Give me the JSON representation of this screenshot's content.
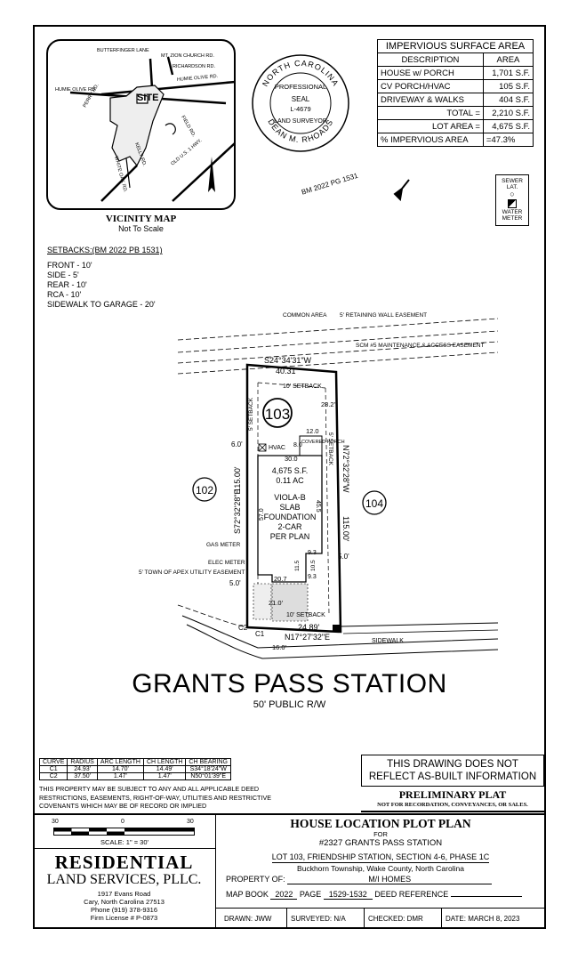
{
  "vicinity_map": {
    "title": "VICINITY MAP",
    "subtitle": "Not To Scale",
    "site_label": "SITE",
    "roads": [
      "BUTTERFINGER LANE",
      "MT. ZION CHURCH RD.",
      "RICHARDSON RD.",
      "HUMIE OLIVE RD.",
      "HUMIE OLIVE RD.",
      "OLD U.S. 1 HWY.",
      "FIELD RD.",
      "KELLY RD.",
      "WHITE OAK RD.",
      "PERRY RD."
    ]
  },
  "seal": {
    "top_text": "NORTH CAROLINA",
    "line1": "PROFESSIONAL",
    "line2": "SEAL",
    "line3": "L-4679",
    "line4": "LAND SURVEYOR",
    "bottom_text": "DEAN M. RHOADS"
  },
  "impervious": {
    "title": "IMPERVIOUS SURFACE AREA",
    "col_desc": "DESCRIPTION",
    "col_area": "AREA",
    "rows": [
      {
        "desc": "HOUSE w/ PORCH",
        "area": "1,701 S.F."
      },
      {
        "desc": "CV PORCH/HVAC",
        "area": "105 S.F."
      },
      {
        "desc": "DRIVEWAY & WALKS",
        "area": "404 S.F."
      }
    ],
    "total_label": "TOTAL =",
    "total_value": "2,210 S.F.",
    "lot_label": "LOT AREA =",
    "lot_value": "4,675 S.F.",
    "pct_label": "% IMPERVIOUS AREA",
    "pct_value": "=47.3%"
  },
  "bm_label": "BM 2022 PG 1531",
  "utility_legend": {
    "sewer": "SEWER LAT.",
    "water": "WATER METER"
  },
  "setbacks": {
    "heading": "SETBACKS:(BM 2022 PB 1531)",
    "items": [
      "FRONT - 10'",
      "SIDE - 5'",
      "REAR - 10'",
      "RCA - 10'",
      "SIDEWALK TO GARAGE - 20'"
    ]
  },
  "plot": {
    "common_area": "COMMON AREA",
    "retaining_wall": "5' RETAINING WALL EASEMENT",
    "scm": "SCM #5 MAINTENANCE & ACCESS EASEMENT",
    "rear_bearing": "S24°34'31\"W",
    "rear_distance": "40.31'",
    "rear_setback": "10' SETBACK",
    "lot_number": "103",
    "left_lot": "102",
    "right_lot": "104",
    "dim_28": "28.2'",
    "dim_12": "12.0",
    "dim_8": "8.0",
    "dim_30": "30.0",
    "dim_6": "6.0'",
    "left_bearing": "S72°32'28\"E",
    "left_distance": "115.00'",
    "right_bearing": "N72°32'28\"W",
    "right_distance": "115.00'",
    "side_setback_left": "5' SETBACK",
    "side_setback_right": "5' SETBACK",
    "hvac": "HVAC",
    "covered_porch": "COVERED PORCH",
    "area_sf": "4,675 S.F.",
    "area_ac": "0.11 AC",
    "house_model": "VIOLA-B",
    "house_line2": "SLAB",
    "house_line3": "FOUNDATION",
    "house_line4": "2-CAR",
    "house_line5": "PER PLAN",
    "dim_57": "57.0",
    "dim_455": "45.5",
    "gas_meter": "GAS METER",
    "elec_meter": "ELEC METER",
    "town_easement": "5' TOWN OF APEX UTILITY EASEMENT",
    "dim_93a": "9.3",
    "dim_5r": "5.0'",
    "dim_115": "11.5",
    "dim_105": "10.5",
    "dim_93b": "9.3",
    "dim_207": "20.7",
    "dim_5l": "5.0'",
    "dim_21": "21.0'",
    "front_setback": "10' SETBACK",
    "front_distance": "24.89'",
    "c2": "C2",
    "c1": "C1",
    "front_bearing": "N17°27'32\"E",
    "dim_16": "16.0'",
    "sidewalk": "SIDEWALK"
  },
  "street": {
    "name": "GRANTS PASS STATION",
    "row": "50' PUBLIC R/W"
  },
  "curve_table": {
    "headers": [
      "CURVE",
      "RADIUS",
      "ARC LENGTH",
      "CH LENGTH",
      "CH BEARING"
    ],
    "rows": [
      [
        "C1",
        "24.93'",
        "14.70'",
        "14.49'",
        "S34°18'24\"W"
      ],
      [
        "C2",
        "37.50'",
        "1.47'",
        "1.47'",
        "N50°01'39\"E"
      ]
    ]
  },
  "note": "THIS PROPERTY MAY BE SUBJECT TO ANY AND ALL APPLICABLE DEED RESTRICTIONS, EASEMENTS, RIGHT-OF-WAY, UTILITIES AND RESTRICTIVE COVENANTS WHICH MAY BE OF RECORD OR IMPLIED",
  "disclaimer": {
    "line1": "THIS DRAWING DOES NOT",
    "line2": "REFLECT AS-BUILT INFORMATION"
  },
  "preliminary": {
    "title": "PRELIMINARY PLAT",
    "sub": "NOT FOR RECORDATION, CONVEYANCES, OR SALES."
  },
  "scale": {
    "t30a": "30",
    "t0": "0",
    "t30b": "30",
    "label": "SCALE: 1\" = 30'"
  },
  "company": {
    "name1": "RESIDENTIAL",
    "name2": "LAND SERVICES, PLLC.",
    "addr1": "1917 Evans Road",
    "addr2": "Cary, North Carolina 27513",
    "phone": "Phone (919) 378-9316",
    "license": "Firm License # P-0873"
  },
  "plan": {
    "title": "HOUSE LOCATION PLOT PLAN",
    "for": "FOR",
    "address": "#2327 GRANTS PASS STATION",
    "lot": "LOT 103, FRIENDSHIP STATION, SECTION 4-6, PHASE 1C",
    "township": "Buckhorn Township, Wake County, North Carolina",
    "property_label": "PROPERTY OF:",
    "property_value": "M/I HOMES",
    "mapbook_label": "MAP BOOK",
    "mapbook_value": "2022",
    "page_label": "PAGE",
    "page_value": "1529-1532",
    "deed_label": "DEED REFERENCE"
  },
  "footer": {
    "drawn": "DRAWN: JWW",
    "surveyed": "SURVEYED: N/A",
    "checked": "CHECKED: DMR",
    "date": "DATE: MARCH 8, 2023"
  }
}
